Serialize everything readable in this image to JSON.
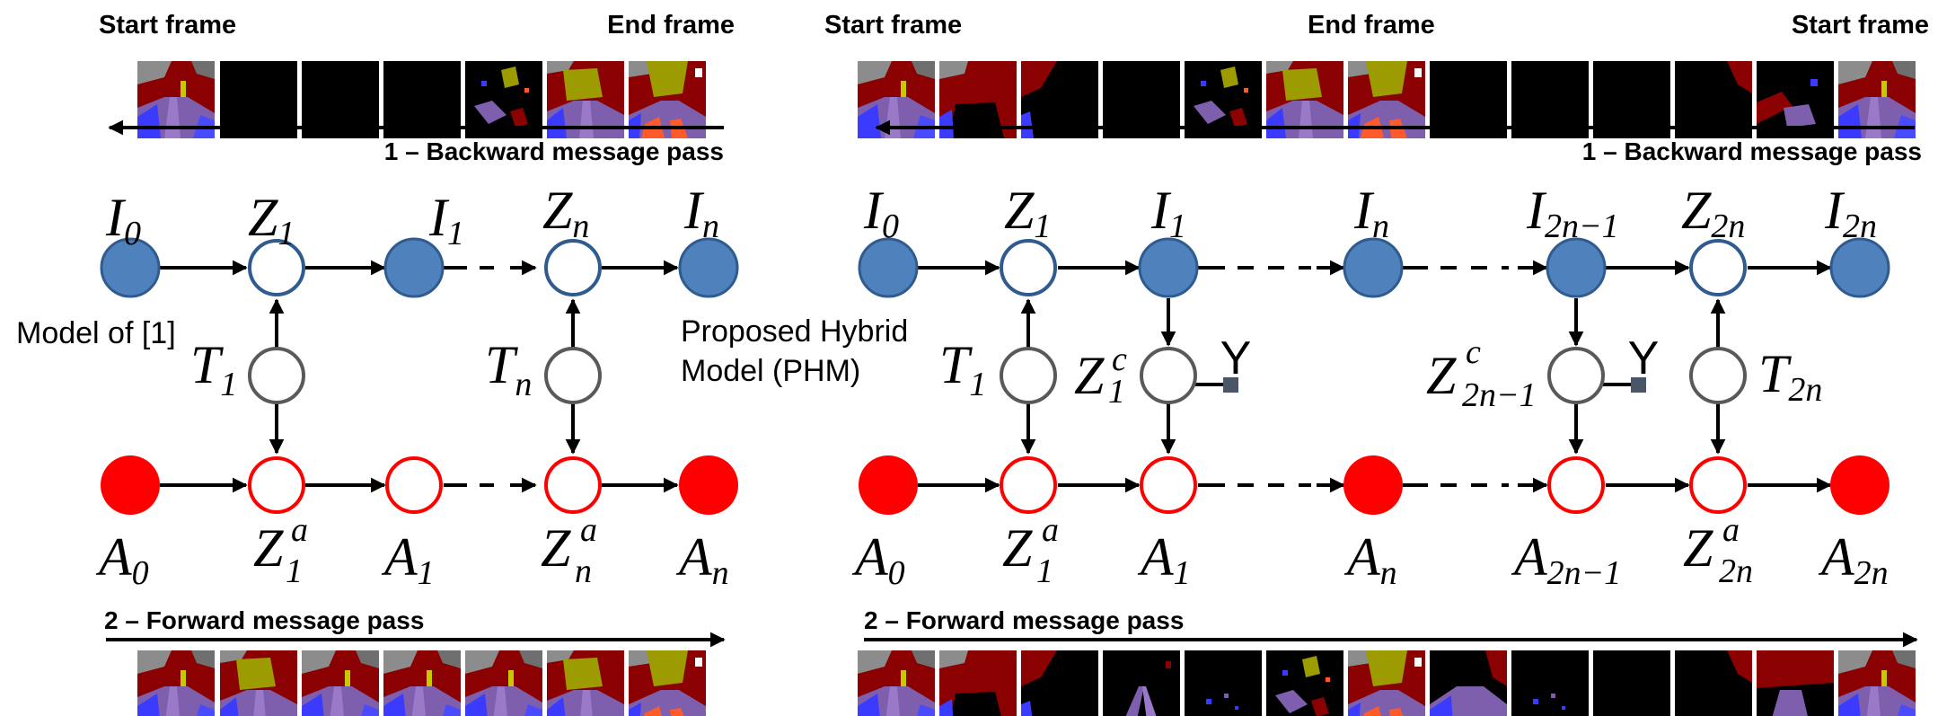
{
  "colors": {
    "observed_blue": "#4f81bd",
    "hidden_blue_stroke": "#2f5b8f",
    "action_red": "#ff0000",
    "transition_gray": "#595959",
    "factor_square": "#4a5568",
    "frame_black": "#000000"
  },
  "left_panel": {
    "start_frame": "Start frame",
    "end_frame": "End frame",
    "backward_pass": "1 – Backward message pass",
    "forward_pass": "2 – Forward message pass",
    "model_label": "Model of [1]",
    "nodes": {
      "I0": {
        "base": "I",
        "sub": "0"
      },
      "Z1": {
        "base": "Z",
        "sub": "1"
      },
      "I1": {
        "base": "I",
        "sub": "1"
      },
      "Zn": {
        "base": "Z",
        "sub": "n"
      },
      "In": {
        "base": "I",
        "sub": "n"
      },
      "T1": {
        "base": "T",
        "sub": "1"
      },
      "Tn": {
        "base": "T",
        "sub": "n"
      },
      "A0": {
        "base": "A",
        "sub": "0"
      },
      "Z1a": {
        "base": "Z",
        "sub": "1",
        "sup": "a"
      },
      "A1": {
        "base": "A",
        "sub": "1"
      },
      "Zna": {
        "base": "Z",
        "sub": "n",
        "sup": "a"
      },
      "An": {
        "base": "A",
        "sub": "n"
      }
    }
  },
  "right_panel": {
    "start_frame_left": "Start frame",
    "end_frame": "End frame",
    "start_frame_right": "Start frame",
    "backward_pass": "1 – Backward message pass",
    "forward_pass": "2 – Forward message pass",
    "model_label_line1": "Proposed Hybrid",
    "model_label_line2": "Model (PHM)",
    "y_label": "Y",
    "nodes": {
      "I0": {
        "base": "I",
        "sub": "0"
      },
      "Z1": {
        "base": "Z",
        "sub": "1"
      },
      "I1": {
        "base": "I",
        "sub": "1"
      },
      "In": {
        "base": "I",
        "sub": "n"
      },
      "I2n1": {
        "base": "I",
        "sub": "2n−1"
      },
      "Z2n": {
        "base": "Z",
        "sub": "2n"
      },
      "I2n": {
        "base": "I",
        "sub": "2n"
      },
      "T1": {
        "base": "T",
        "sub": "1"
      },
      "Z1c": {
        "base": "Z",
        "sub": "1",
        "sup": "c"
      },
      "Z2n1c": {
        "base": "Z",
        "sub": "2n−1",
        "sup": "c"
      },
      "T2n": {
        "base": "T",
        "sub": "2n"
      },
      "A0": {
        "base": "A",
        "sub": "0"
      },
      "Z1a": {
        "base": "Z",
        "sub": "1",
        "sup": "a"
      },
      "A1": {
        "base": "A",
        "sub": "1"
      },
      "An": {
        "base": "A",
        "sub": "n"
      },
      "A2n1": {
        "base": "A",
        "sub": "2n−1"
      },
      "Z2na": {
        "base": "Z",
        "sub": "2n",
        "sup": "a"
      },
      "A2n": {
        "base": "A",
        "sub": "2n"
      }
    }
  }
}
